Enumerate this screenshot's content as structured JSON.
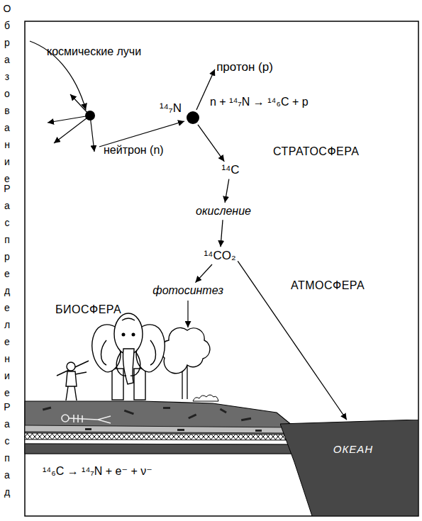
{
  "diagram": {
    "nodes": [
      {
        "text": [
          "¹⁴₇N"
        ]
      },
      {
        "text": [
          "протон (р)"
        ]
      },
      {
        "text": [
          "¹⁴C"
        ]
      },
      {
        "text": [
          "окисление"
        ]
      },
      {
        "text": [
          "¹⁴CO₂"
        ]
      },
      {
        "text": [
          "фотосинтез"
        ]
      },
      {
        "text": [
          "ОКЕАН"
        ]
      }
    ],
    "edges": [
      {
        "from": 0,
        "to": 1,
        "arrow": "to"
      },
      {
        "from": 0,
        "to": 2,
        "arrow": "to"
      },
      {
        "from": 2,
        "to": 3,
        "arrow": "to"
      },
      {
        "from": 3,
        "to": 4,
        "arrow": "to"
      },
      {
        "from": 4,
        "to": 5,
        "arrow": "to"
      },
      {
        "from": 4,
        "to": 6,
        "arrow": "to"
      }
    ],
    "labels": [
      "Образование",
      "Распределение",
      "Распад",
      "космические лучи",
      "нейтрон (n)",
      "n + ¹⁴₇N → ¹⁴₆C + p",
      "СТРАТОСФЕРА",
      "АТМОСФЕРА",
      "БИОСФЕРА",
      "¹⁴₆C → ¹⁴₇N + e⁻ + ν⁻"
    ]
  }
}
